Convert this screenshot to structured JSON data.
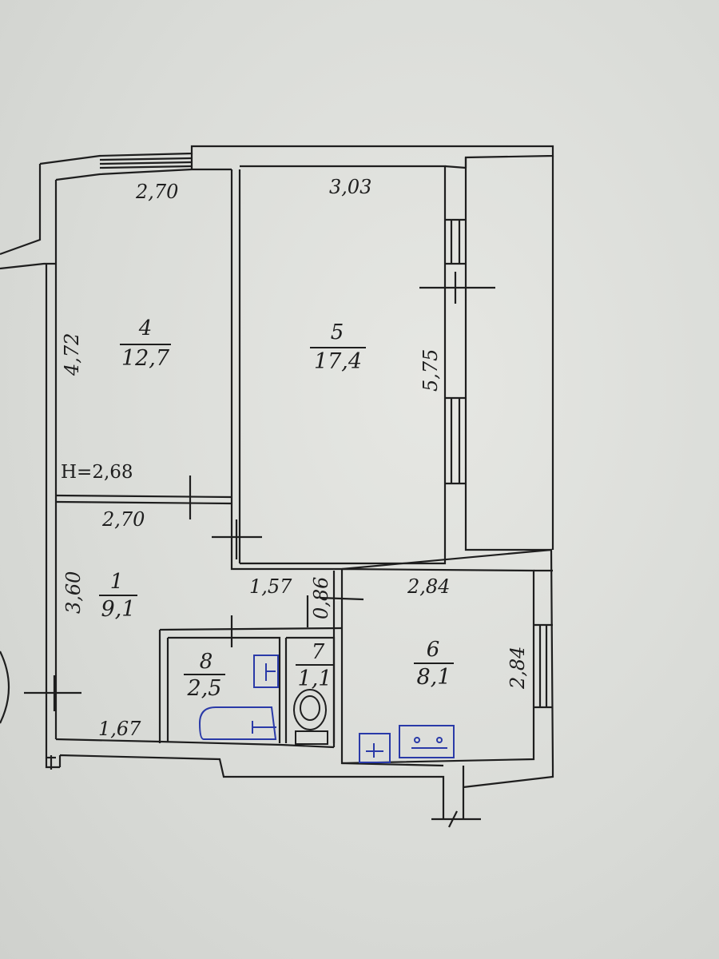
{
  "floor_plan": {
    "ceiling_height": "H=2,68",
    "rooms": [
      {
        "id": "1",
        "number": "1",
        "area": "9,1"
      },
      {
        "id": "4",
        "number": "4",
        "area": "12,7"
      },
      {
        "id": "5",
        "number": "5",
        "area": "17,4"
      },
      {
        "id": "6",
        "number": "6",
        "area": "8,1"
      },
      {
        "id": "7",
        "number": "7",
        "area": "1,1"
      },
      {
        "id": "8",
        "number": "8",
        "area": "2,5"
      }
    ],
    "dimensions": {
      "room4_width": "2,70",
      "room4_length": "4,72",
      "room5_width": "3,03",
      "room5_length": "5,75",
      "room1_width_top": "2,70",
      "room1_length": "3,60",
      "room1_width_bottom": "1,67",
      "corridor_width": "1,57",
      "corridor_depth": "0,86",
      "room6_width": "2,84",
      "room6_length": "2,84"
    },
    "colors": {
      "paper": "#dcdedb",
      "ink": "#1e1e1e",
      "fixtures": "#2a3aa8"
    }
  }
}
